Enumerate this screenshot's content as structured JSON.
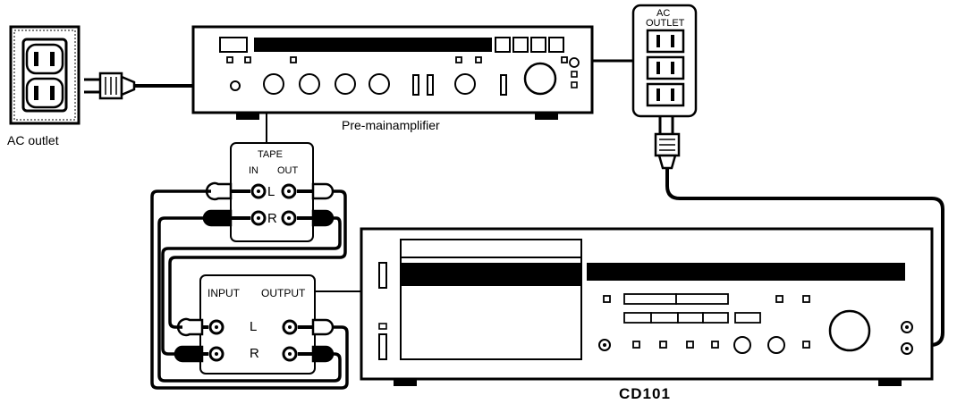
{
  "labels": {
    "wall_outlet": "AC outlet",
    "amplifier": "Pre-mainamplifier",
    "power_strip_line1": "AC",
    "power_strip_line2": "OUTLET",
    "cd_player": "CD101"
  },
  "amp_tape_panel": {
    "title": "TAPE",
    "in_label": "IN",
    "out_label": "OUT",
    "left_label": "L",
    "right_label": "R"
  },
  "cd_panel": {
    "input_label": "INPUT",
    "output_label": "OUTPUT",
    "left_label": "L",
    "right_label": "R"
  }
}
